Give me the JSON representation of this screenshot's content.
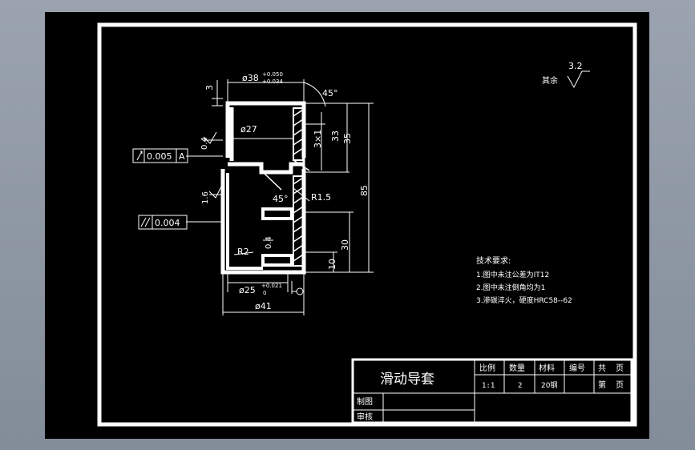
{
  "dimensions": {
    "outer_dia": "ø38",
    "outer_tol_upper": "+0.050",
    "outer_tol_lower": "+0.034",
    "angle_top": "45°",
    "dim_3": "3",
    "chamfer": "3×1",
    "len_33": "33",
    "len_35": "35",
    "len_85": "85",
    "inner_dia_27": "ø27",
    "roughness_04_a": "0.4",
    "roughness_16": "1.6",
    "angle_inner": "45°",
    "radius_r15": "R1.5",
    "len_30": "30",
    "roughness_04_b": "0.4",
    "radius_r2": "R2",
    "len_10": "10",
    "bore_dia": "ø25",
    "bore_tol_upper": "+0.021",
    "bore_tol_lower": "0",
    "base_dia": "ø41"
  },
  "tolerance_frames": {
    "runout_value": "0.005",
    "runout_datum": "A",
    "cylindricity_value": "0.004"
  },
  "surface_default": {
    "label": "其余",
    "value": "3.2"
  },
  "tech_requirements": {
    "title": "技术要求:",
    "items": [
      "1.图中未注公差为IT12",
      "2.图中未注倒角均为1",
      "3.渗碳淬火，硬度HRC58--62"
    ]
  },
  "title_block": {
    "part_name": "滑动导套",
    "header_scale": "比例",
    "header_qty": "数量",
    "header_material": "材料",
    "header_code": "编号",
    "header_total": "共",
    "header_sheet_unit": "页",
    "val_scale": "1:1",
    "val_qty": "2",
    "val_material": "20钢",
    "header_sheet": "第",
    "header_sheet_unit2": "页",
    "drawn_by": "制图",
    "checked_by": "审核"
  }
}
